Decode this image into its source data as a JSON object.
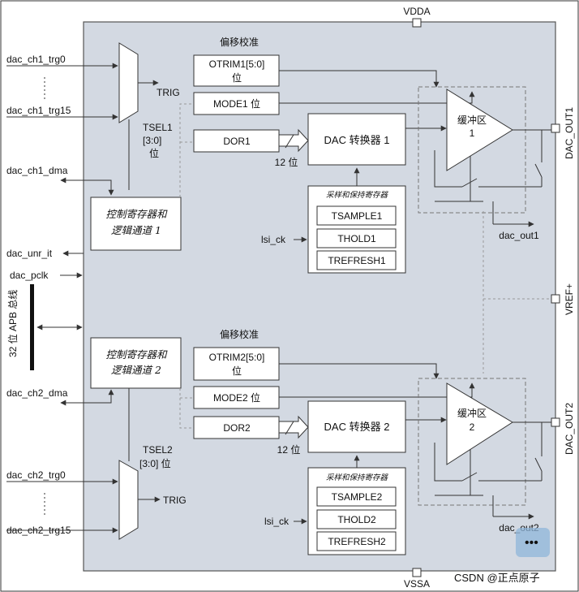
{
  "supply": {
    "vdda": "VDDA",
    "vssa": "VSSA",
    "vref": "VREF+"
  },
  "outputs": {
    "dac_out1_pin": "DAC_OUT1",
    "dac_out2_pin": "DAC_OUT2"
  },
  "left_signals": {
    "ch1_trg0": "dac_ch1_trg0",
    "ch1_trg15": "dac_ch1_trg15",
    "ch1_dma": "dac_ch1_dma",
    "unr_it": "dac_unr_it",
    "pclk": "dac_pclk",
    "apb_bus": "32 位 APB 总线",
    "ch2_dma": "dac_ch2_dma",
    "ch2_trg0": "dac_ch2_trg0",
    "ch2_trg15": "dac_ch2_trg15"
  },
  "channel1": {
    "offset_title": "偏移校准",
    "otrim": "OTRIM1[5:0]",
    "otrim_unit": "位",
    "mode": "MODE1 位",
    "dor": "DOR1",
    "dac": "DAC 转换器 1",
    "bits": "12 位",
    "trig": "TRIG",
    "tsel_line1": "TSEL1",
    "tsel_line2": "[3:0]",
    "tsel_line3": "位",
    "ctrl_line1": "控制寄存器和",
    "ctrl_line2": "逻辑通道 1",
    "sh_title": "采样和保持寄存器",
    "tsample": "TSAMPLE1",
    "thold": "THOLD1",
    "trefresh": "TREFRESH1",
    "lsi": "lsi_ck",
    "buffer_line1": "缓冲区",
    "buffer_line2": "1",
    "out_label": "dac_out1"
  },
  "channel2": {
    "offset_title": "偏移校准",
    "otrim": "OTRIM2[5:0]",
    "otrim_unit": "位",
    "mode": "MODE2 位",
    "dor": "DOR2",
    "dac": "DAC 转换器 2",
    "bits": "12 位",
    "trig": "TRIG",
    "tsel_line1": "TSEL2",
    "tsel_line2": "[3:0] 位",
    "ctrl_line1": "控制寄存器和",
    "ctrl_line2": "逻辑通道 2",
    "sh_title": "采样和保持寄存器",
    "tsample": "TSAMPLE2",
    "thold": "THOLD2",
    "trefresh": "TREFRESH2",
    "lsi": "lsi_ck",
    "buffer_line1": "缓冲区",
    "buffer_line2": "2",
    "out_label": "dac_out2"
  },
  "watermark": "CSDN @正点原子",
  "colors": {
    "panel": "#d3d9e2",
    "panel_stroke": "#555555",
    "box": "#ffffff",
    "line": "#333333",
    "dashed": "#999999"
  }
}
